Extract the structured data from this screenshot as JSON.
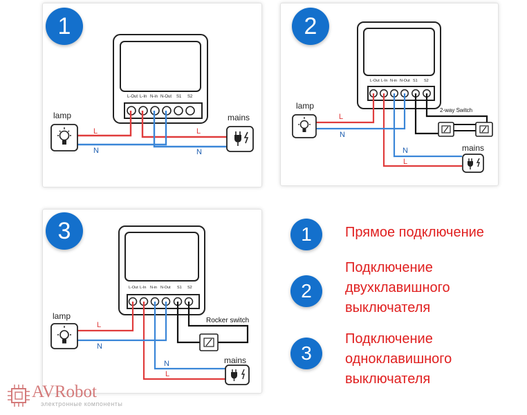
{
  "colors": {
    "live": "#e03c3c",
    "neutral": "#3a86d8",
    "switch": "#111111",
    "badge": "#1470cc",
    "legend_text": "#e02020"
  },
  "terminals": [
    "L-Out",
    "L-In",
    "N-in",
    "N-Out",
    "S1",
    "S2"
  ],
  "diagrams": [
    {
      "number": "1",
      "lamp_label": "lamp",
      "mains_label": "mains",
      "live_label": "L",
      "neutral_label": "N",
      "icons": [
        "lamp-icon",
        "plug-icon"
      ]
    },
    {
      "number": "2",
      "lamp_label": "lamp",
      "mains_label": "mains",
      "live_label": "L",
      "neutral_label": "N",
      "switch_label": "2-way Switch",
      "icons": [
        "lamp-icon",
        "plug-icon",
        "switch-icon"
      ]
    },
    {
      "number": "3",
      "lamp_label": "lamp",
      "mains_label": "mains",
      "live_label": "L",
      "neutral_label": "N",
      "switch_label": "Rocker switch",
      "icons": [
        "lamp-icon",
        "plug-icon",
        "switch-icon"
      ]
    }
  ],
  "legend": [
    {
      "number": "1",
      "text": "Прямое подключение"
    },
    {
      "number": "2",
      "text": "Подключение\nдвухклавишного\nвыключателя"
    },
    {
      "number": "3",
      "text": "Подключение\nодноклавишного\nвыключателя"
    }
  ],
  "logo": {
    "name": "AVRobot",
    "subtitle": "электронные компоненты",
    "icon": "chip-icon"
  }
}
